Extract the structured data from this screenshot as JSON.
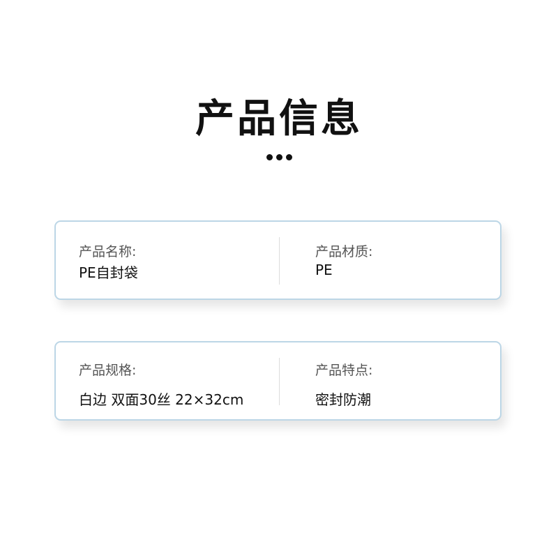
{
  "header": {
    "title": "产品信息",
    "decoration": "three-dots"
  },
  "cards": [
    {
      "left": {
        "label": "产品名称:",
        "value": "PE自封袋"
      },
      "right": {
        "label": "产品材质:",
        "value": "PE"
      }
    },
    {
      "left": {
        "label": "产品规格:",
        "value": "白边 双面30丝 22×32cm"
      },
      "right": {
        "label": "产品特点:",
        "value": "密封防潮"
      }
    }
  ],
  "colors": {
    "card_border": "#bcd6e6",
    "title": "#111111",
    "label": "#555555",
    "value": "#111111",
    "divider": "#dcdcdc"
  }
}
